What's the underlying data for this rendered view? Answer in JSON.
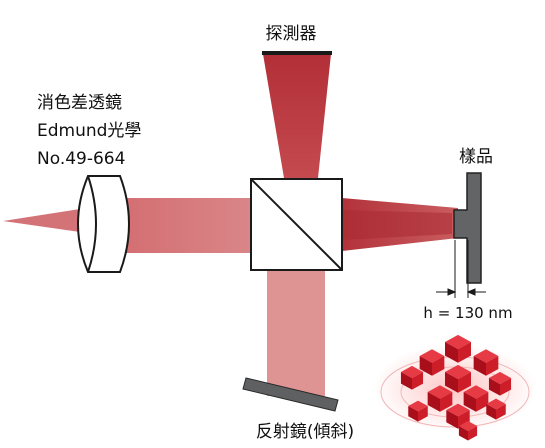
{
  "labels": {
    "detector": "探測器",
    "lens_line1": "消色差透鏡",
    "lens_line2": "Edmund光學",
    "lens_line3": "No.49-664",
    "sample": "樣品",
    "step_height": "h = 130 nm",
    "mirror": "反射鏡(傾斜)"
  },
  "colors": {
    "beam_light": "#d98383",
    "beam_dark": "#b8373d",
    "component_gray": "#5f6062",
    "cube_red": "#c4121f"
  }
}
